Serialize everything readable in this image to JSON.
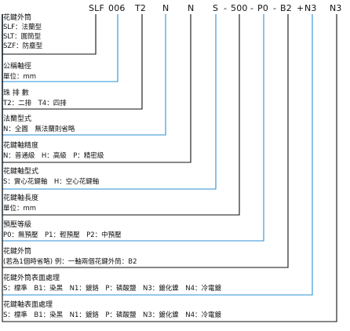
{
  "code": {
    "parts": [
      "SLF",
      "006",
      "T2",
      "N",
      "N",
      "S",
      "500",
      "P0",
      "B2",
      "N3",
      "N3"
    ],
    "separators": [
      "-",
      "-",
      "-",
      "+"
    ]
  },
  "sections": [
    {
      "title": "花鍵外筒",
      "lines": [
        "SLF：法蘭型",
        "SLT：圓筒型",
        "SZF：防塵型"
      ]
    },
    {
      "title": "公稱軸徑",
      "lines": [
        "單位：mm"
      ]
    },
    {
      "title": "珠 排 數",
      "lines": [
        "T2：二排　T4：四排"
      ]
    },
    {
      "title": "法蘭型式",
      "lines": [
        "N：全圓　無法蘭則省略"
      ]
    },
    {
      "title": "花鍵軸精度",
      "lines": [
        "N：普通級　H：高級　P：精密級"
      ]
    },
    {
      "title": "花鍵軸型式",
      "lines": [
        "S：實心花鍵軸　H：空心花鍵軸"
      ]
    },
    {
      "title": "花鍵軸長度",
      "lines": [
        "單位：mm"
      ]
    },
    {
      "title": "預壓等級",
      "lines": [
        "P0：無預壓　P1：輕預壓　P2：中預壓"
      ]
    },
    {
      "title": "花鍵外筒",
      "lines": [
        "(若為1個時省略) 例：一軸兩個花鍵外筒：B2"
      ]
    },
    {
      "title": "花鍵外筒表面處理",
      "lines": [
        "S：標準　B1：染黑　N1：鍍鉻　P：磷酸鹽　N3：鍍化鎳　N4：冷電鍍"
      ]
    },
    {
      "title": "花鍵軸表面處理",
      "lines": [
        "S：標準　B1：染黑　N1：鍍鉻　P：磷酸鹽　N3：鍍化鎳　N4：冷電鍍"
      ]
    }
  ],
  "colors": {
    "blue_line": "#2a8fd6",
    "black_line": "#111111",
    "text": "#111111"
  }
}
